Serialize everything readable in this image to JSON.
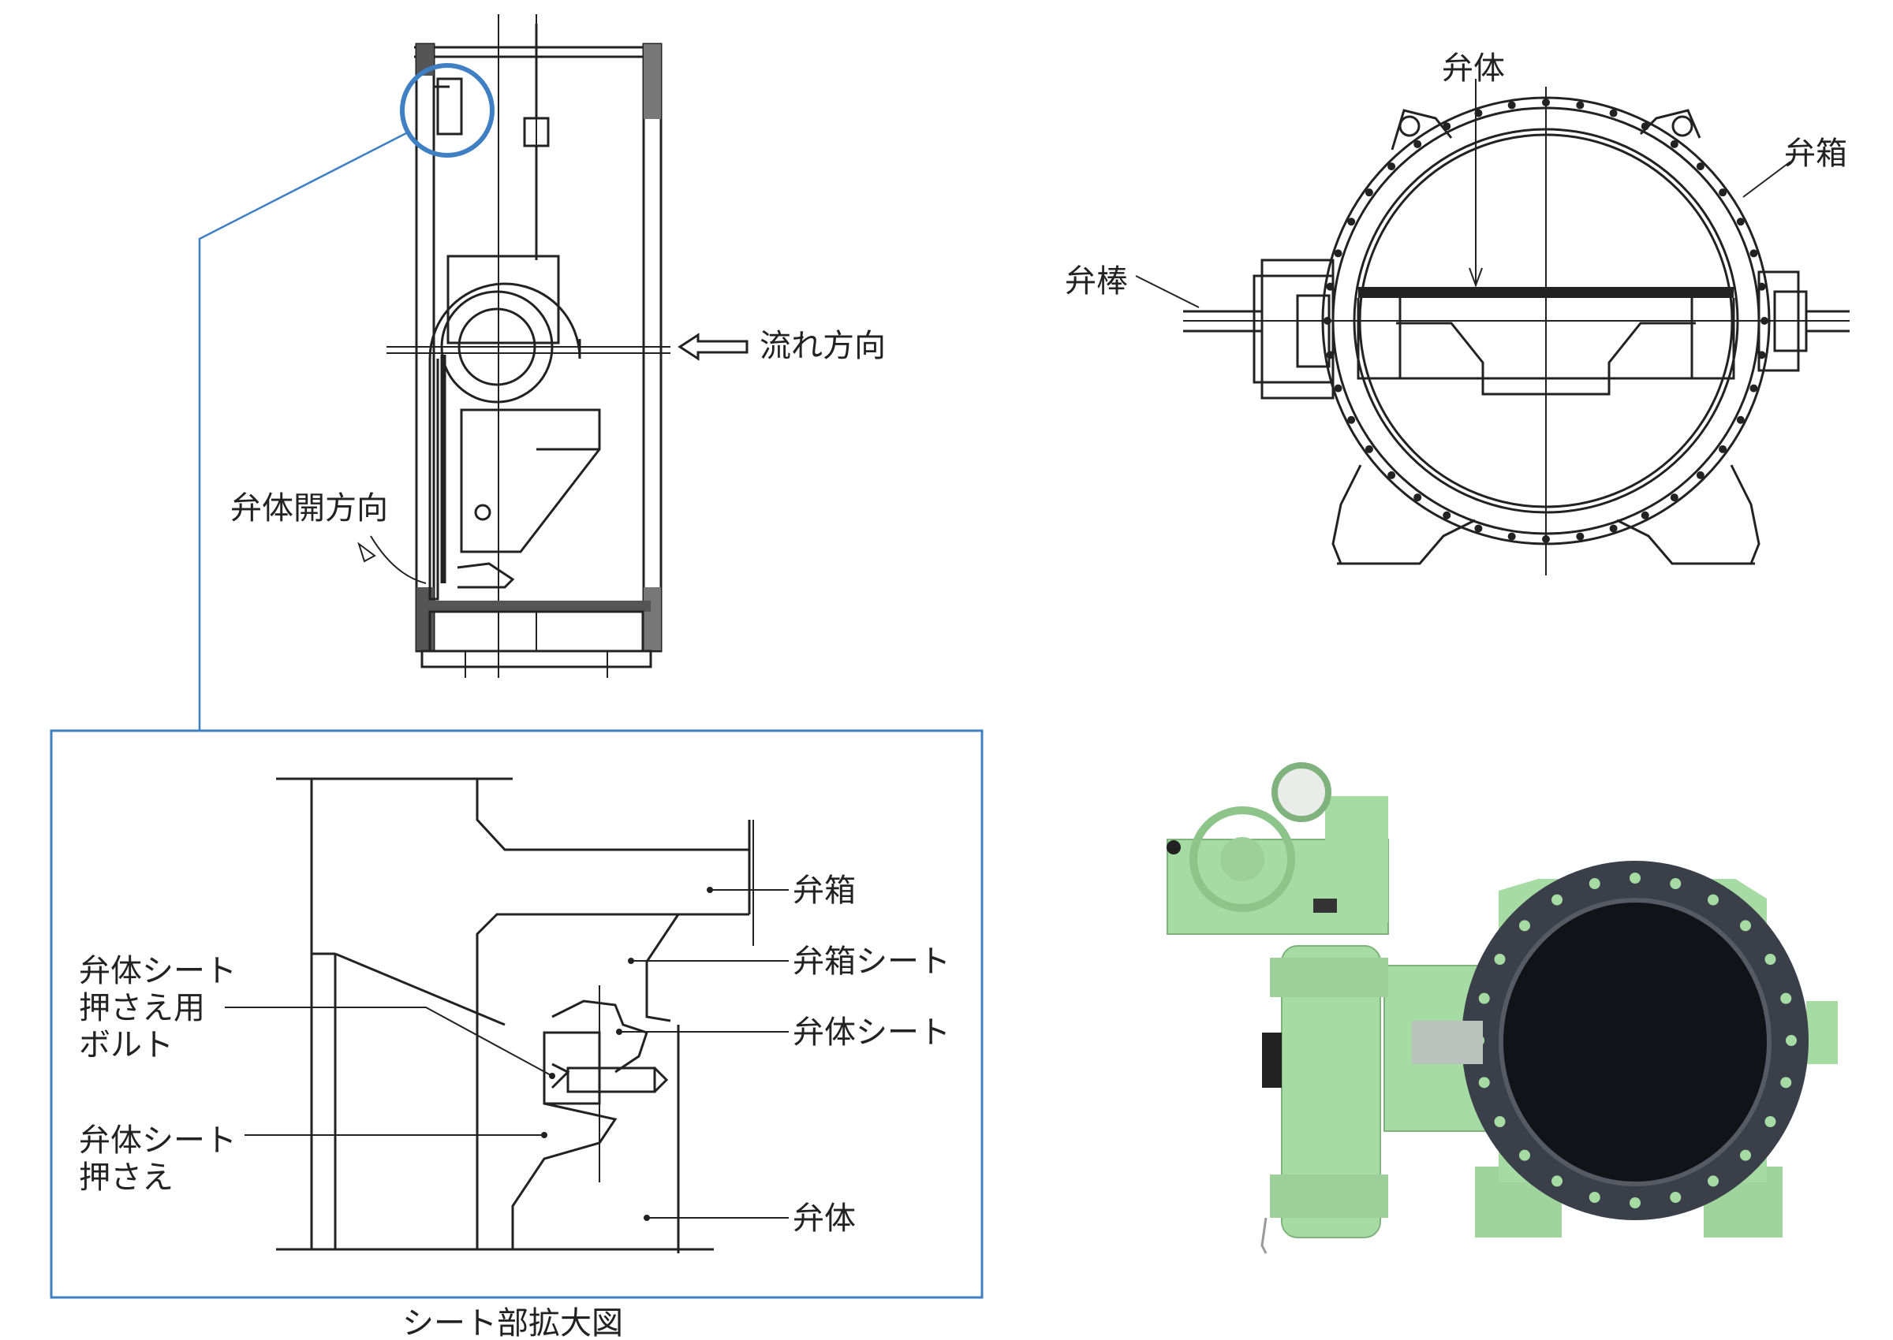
{
  "side_view": {
    "flow_direction": "流れ方向",
    "disc_open_direction": "弁体開方向"
  },
  "front_view": {
    "disc": "弁体",
    "body": "弁箱",
    "stem": "弁棒"
  },
  "seat_detail": {
    "caption": "シート部拡大図",
    "body": "弁箱",
    "body_seat": "弁箱シート",
    "disc_seat": "弁体シート",
    "disc": "弁体",
    "bolt_line1": "弁体シート",
    "bolt_line2": "押さえ用",
    "bolt_line3": "ボルト",
    "retainer_line1": "弁体シート",
    "retainer_line2": "押さえ"
  },
  "colors": {
    "callout_blue": "#3f7fc4",
    "valve_green": "#a6dba4",
    "flange_dark": "#3a3f4a"
  }
}
